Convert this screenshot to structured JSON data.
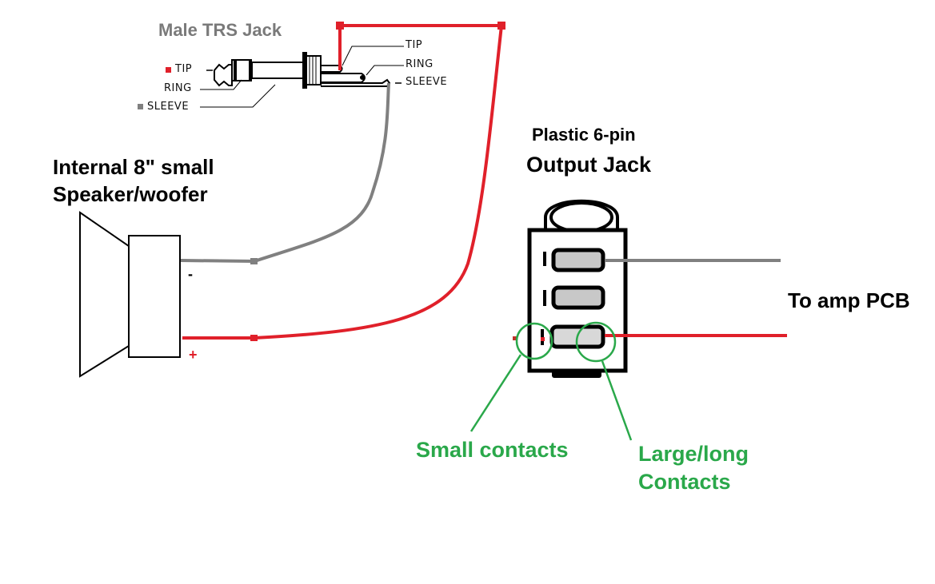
{
  "colors": {
    "hot_wire": "#e0202a",
    "ground_wire": "#808080",
    "callout": "#2aa84a",
    "outline": "#000000",
    "contact_fill": "#c8c8c8"
  },
  "trs_jack": {
    "title": "Male TRS Jack",
    "left_labels": {
      "tip": "TIP",
      "ring": "RING",
      "sleeve": "SLEEVE"
    },
    "right_labels": {
      "tip": "TIP",
      "ring": "RING",
      "sleeve": "SLEEVE"
    }
  },
  "speaker": {
    "title_line1": "Internal 8\" small",
    "title_line2": "Speaker/woofer",
    "minus_label": "-",
    "plus_label": "+"
  },
  "output_jack": {
    "title_line1": "Plastic 6-pin",
    "title_line2": "Output Jack"
  },
  "destination": {
    "label": "To amp PCB"
  },
  "callouts": {
    "small": "Small contacts",
    "large_line1": "Large/long",
    "large_line2": "Contacts"
  }
}
